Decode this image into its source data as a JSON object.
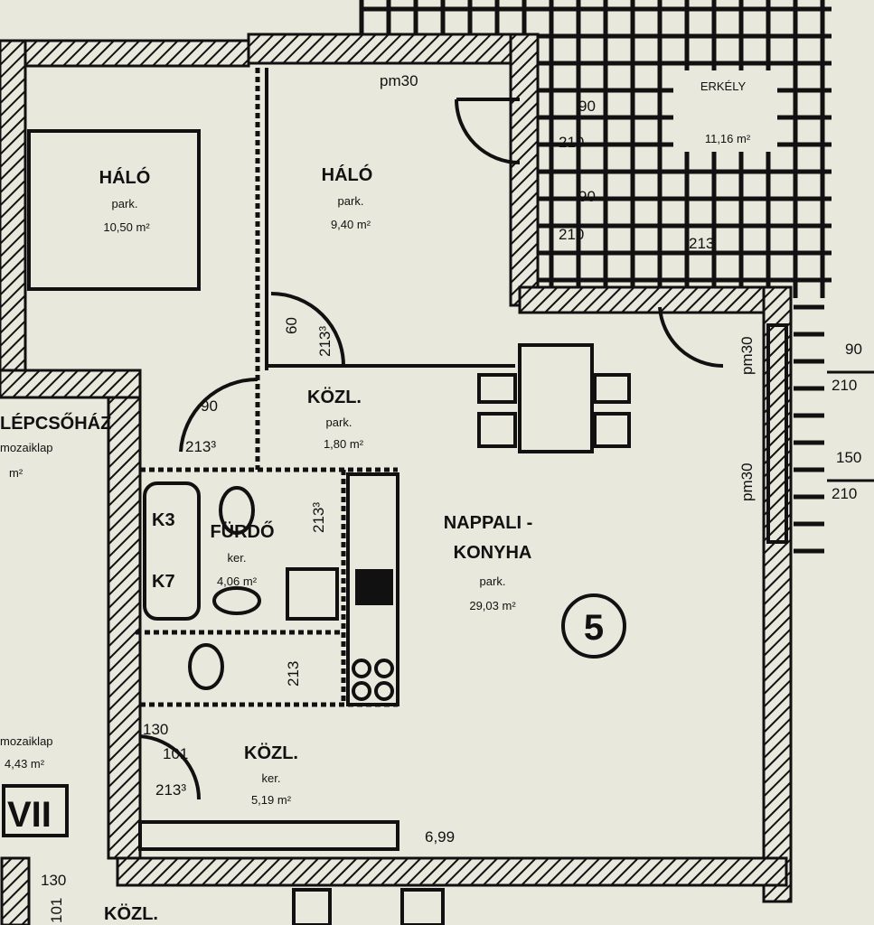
{
  "rooms": {
    "bedroom1": {
      "name": "HÁLÓ",
      "floor": "park.",
      "area": "10,50 m²"
    },
    "bedroom2": {
      "name": "HÁLÓ",
      "floor": "park.",
      "area": "9,40 m²"
    },
    "balcony": {
      "name": "ERKÉLY",
      "area": "11,16 m²"
    },
    "hall_small": {
      "name": "KÖZL.",
      "floor": "park.",
      "area": "1,80 m²"
    },
    "bathroom": {
      "name": "FÜRDŐ",
      "floor": "ker.",
      "area": "4,06 m²"
    },
    "living_kitchen": {
      "name": "NAPPALI -",
      "name2": "KONYHA",
      "floor": "park.",
      "area": "29,03 m²"
    },
    "hall_entry": {
      "name": "KÖZL.",
      "floor": "ker.",
      "area": "5,19 m²"
    },
    "stairwell": {
      "name": "LÉPCSŐHÁZ",
      "floor": "mozaiklap",
      "area": "m²"
    },
    "stair_landing": {
      "floor": "mozaiklap",
      "area": "4,43 m²"
    },
    "corridor_below": {
      "name": "KÖZL."
    }
  },
  "unit_number": "5",
  "staircase_label": "VII",
  "markers": {
    "k3": "K3",
    "k7": "K7"
  },
  "dimensions": {
    "pm30_top": "pm30",
    "pm30_right1": "pm30",
    "pm30_right2": "pm30",
    "win1_w": "90",
    "win1_h": "210",
    "win2_w": "150",
    "win2_h": "210",
    "door_bed2": "213³",
    "door_bed2_w": "60",
    "door_bed1": "213³",
    "door_bed1_w": "90",
    "door_bath": "213³",
    "door_wc": "213",
    "door_entry": "213³",
    "entry_w": "101",
    "entry_t": "130",
    "balcony_door_w1": "90",
    "balcony_door_h1": "210",
    "balcony_door_w2": "90",
    "balcony_door_h2": "210",
    "balcony_door_w3": "213",
    "wall_len": "6,99",
    "lower_130": "130",
    "lower_101": "101"
  }
}
